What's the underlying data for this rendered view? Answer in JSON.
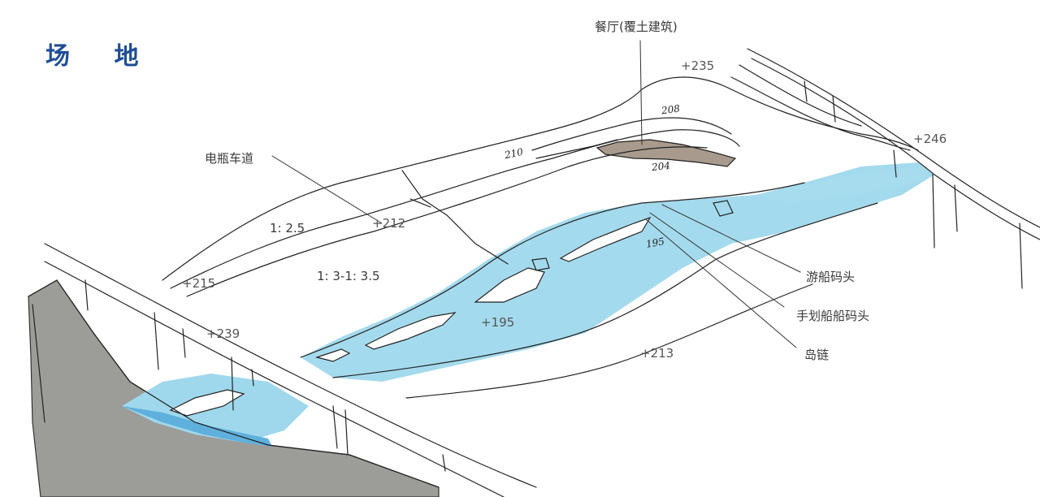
{
  "title": "场 地",
  "callouts": {
    "restaurant": "餐厅(覆土建筑)",
    "ev_road": "电瓶车道",
    "cruise_pier": "游船码头",
    "rowboat_pier": "手划船船码头",
    "island_chain": "岛链"
  },
  "elevations": {
    "e235": "+235",
    "e246": "+246",
    "e212": "+212",
    "e215": "+215",
    "e239": "+239",
    "e195": "+195",
    "e213": "+213"
  },
  "slopes": {
    "s1": "1: 2.5",
    "s2": "1: 3-1: 3.5"
  },
  "sketch_notes": {
    "n208": "208",
    "n210": "210",
    "n204": "204",
    "n195": "195"
  },
  "colors": {
    "title": "#1f4e96",
    "water": "#9fd8ec",
    "water_deep": "#5fb0dc",
    "embankment": "#9c9c98",
    "restaurant_fill": "#a89a8c",
    "ink": "#222222"
  }
}
